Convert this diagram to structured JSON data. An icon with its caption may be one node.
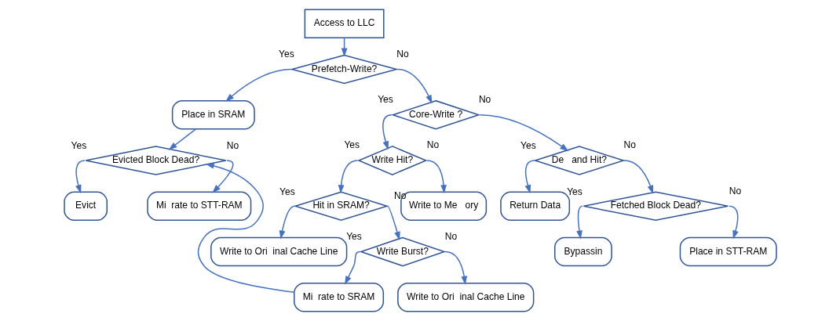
{
  "diagram": {
    "nodes": [
      {
        "text": [
          "Access to LLC"
        ]
      },
      {
        "text": [
          "Prefetch-Write?"
        ]
      },
      {
        "text": [
          "Place in SRAM"
        ]
      },
      {
        "text": [
          "Evicted Block Dead?"
        ]
      },
      {
        "text": [
          "Evict"
        ]
      },
      {
        "text": [
          "Mi  rate to STT-RAM"
        ]
      },
      {
        "text": [
          "Core-Write ?"
        ]
      },
      {
        "text": [
          "Write Hit?"
        ]
      },
      {
        "text": [
          "Hit in SRAM?"
        ]
      },
      {
        "text": [
          "Write to Ori  inal Cache Line"
        ]
      },
      {
        "text": [
          "Write Burst?"
        ]
      },
      {
        "text": [
          "Mi  rate to SRAM"
        ]
      },
      {
        "text": [
          "Write to Ori  inal Cache Line"
        ]
      },
      {
        "text": [
          "Write to Me   ory"
        ]
      },
      {
        "text": [
          "De   and Hit?"
        ]
      },
      {
        "text": [
          "Return Data"
        ]
      },
      {
        "text": [
          "Fetched Block Dead?"
        ]
      },
      {
        "text": [
          "Bypassin"
        ]
      },
      {
        "text": [
          "Place in STT-RAM"
        ]
      }
    ],
    "edges": [
      {
        "from": 0,
        "to": 1,
        "arrow": "to"
      },
      {
        "from": 1,
        "to": 2,
        "arrow": "to",
        "label": "Yes"
      },
      {
        "from": 1,
        "to": 6,
        "arrow": "to",
        "label": "No"
      },
      {
        "from": 2,
        "to": 3,
        "arrow": "to"
      },
      {
        "from": 3,
        "to": 4,
        "arrow": "to",
        "label": "Yes"
      },
      {
        "from": 3,
        "to": 5,
        "arrow": "to",
        "label": "No"
      },
      {
        "from": 6,
        "to": 7,
        "arrow": "to",
        "label": "Yes"
      },
      {
        "from": 6,
        "to": 14,
        "arrow": "to",
        "label": "No"
      },
      {
        "from": 7,
        "to": 8,
        "arrow": "to",
        "label": "Yes"
      },
      {
        "from": 7,
        "to": 13,
        "arrow": "to",
        "label": "No"
      },
      {
        "from": 8,
        "to": 9,
        "arrow": "to",
        "label": "Yes"
      },
      {
        "from": 8,
        "to": 10,
        "arrow": "to",
        "label": "No"
      },
      {
        "from": 10,
        "to": 11,
        "arrow": "to",
        "label": "Yes"
      },
      {
        "from": 10,
        "to": 12,
        "arrow": "to",
        "label": "No"
      },
      {
        "from": 11,
        "to": 3,
        "arrow": "to"
      },
      {
        "from": 14,
        "to": 15,
        "arrow": "to",
        "label": "Yes"
      },
      {
        "from": 14,
        "to": 16,
        "arrow": "to",
        "label": "No"
      },
      {
        "from": 16,
        "to": 17,
        "arrow": "to",
        "label": "Yes"
      },
      {
        "from": 16,
        "to": 18,
        "arrow": "to",
        "label": "No"
      }
    ]
  }
}
